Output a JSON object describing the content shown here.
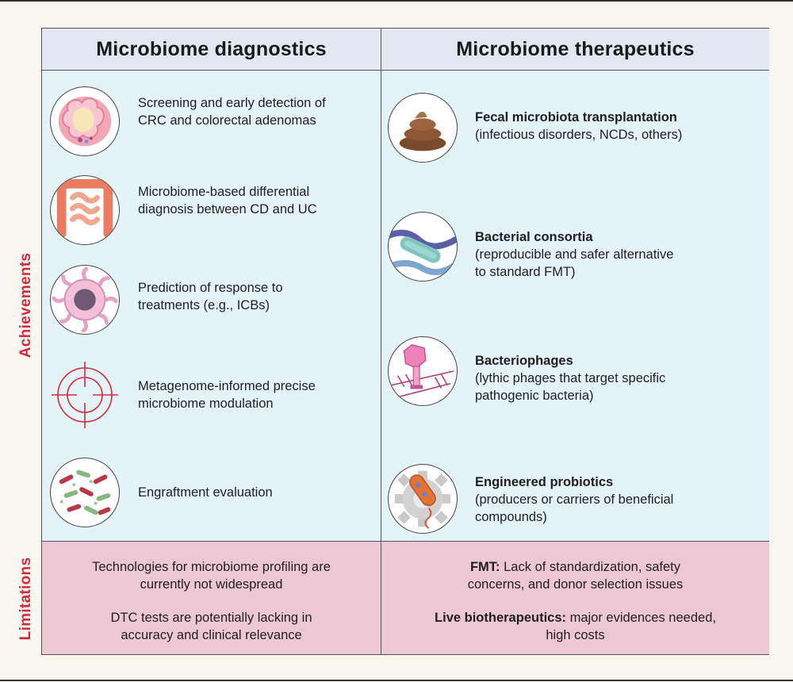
{
  "side_labels": {
    "achievements": "Achievements",
    "limitations": "Limitations"
  },
  "headers": {
    "diagnostics": "Microbiome diagnostics",
    "therapeutics": "Microbiome therapeutics"
  },
  "diagnostics": [
    {
      "icon": "colorectal-tumor-icon",
      "line1": "Screening and early detection of",
      "line2": "CRC and colorectal adenomas"
    },
    {
      "icon": "intestine-icon",
      "line1": "Microbiome-based differential",
      "line2": "diagnosis between CD and UC"
    },
    {
      "icon": "immune-cell-icon",
      "line1": "Prediction of response to",
      "line2": "treatments (e.g., ICBs)"
    },
    {
      "icon": "target-crosshair-icon",
      "line1": "Metagenome-informed precise",
      "line2": "microbiome modulation"
    },
    {
      "icon": "bacteria-icon",
      "line1": "Engraftment evaluation",
      "line2": ""
    }
  ],
  "therapeutics": [
    {
      "icon": "stool-icon",
      "title": "Fecal microbiota transplantation",
      "line1": "(infectious disorders, NCDs, others)",
      "line2": ""
    },
    {
      "icon": "bacterial-consortia-icon",
      "title": "Bacterial consortia",
      "line1": "(reproducible and safer alternative",
      "line2": "to standard FMT)"
    },
    {
      "icon": "bacteriophage-icon",
      "title": "Bacteriophages",
      "line1": "(lythic phages that target specific",
      "line2": "pathogenic bacteria)"
    },
    {
      "icon": "engineered-bacterium-gear-icon",
      "title": "Engineered probiotics",
      "line1": "(producers or carriers of beneficial",
      "line2": "compounds)"
    }
  ],
  "limitations": {
    "diagnostics": [
      {
        "line1": "Technologies for microbiome profiling are",
        "line2": "currently not widespread"
      },
      {
        "line1": "DTC tests are potentially lacking in",
        "line2": "accuracy and clinical relevance"
      }
    ],
    "therapeutics": [
      {
        "bold": "FMT:",
        "rest": " Lack of standardization, safety",
        "line2": "concerns, and donor selection issues"
      },
      {
        "bold": "Live biotherapeutics:",
        "rest": " major evidences needed,",
        "line2": "high costs"
      }
    ]
  },
  "colors": {
    "accent_red": "#d22a3c",
    "header_bg": "#e3e7f2",
    "achievements_bg": "#e4f3f7",
    "limitations_bg": "#eec7d5"
  }
}
